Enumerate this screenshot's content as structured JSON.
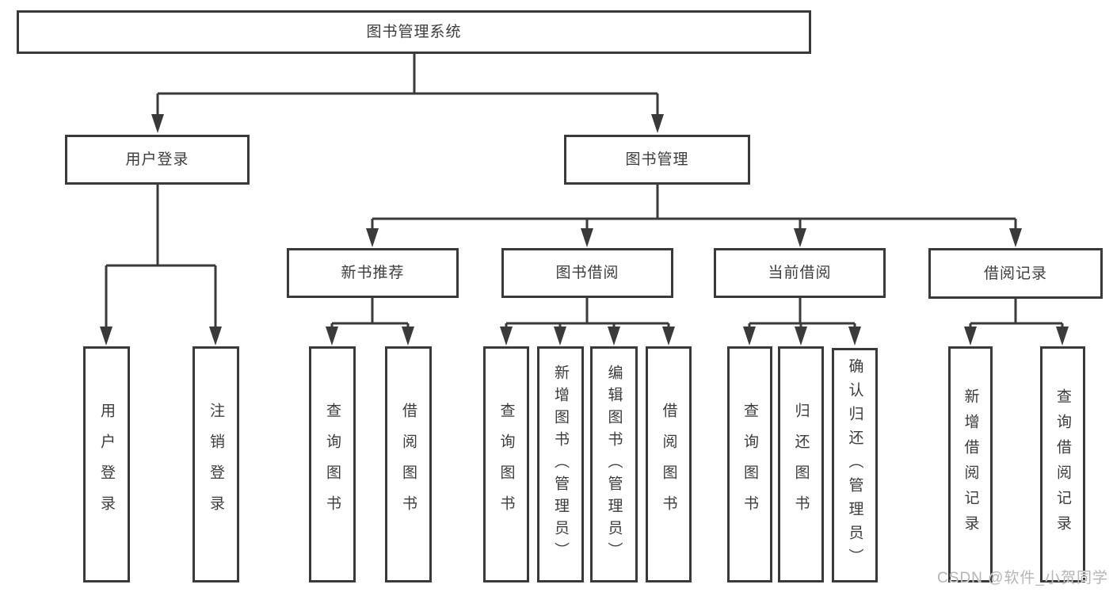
{
  "nodes": {
    "root": "图书管理系统",
    "user_login": "用户登录",
    "book_management": "图书管理",
    "new_book_recommend": "新书推荐",
    "book_borrowing": "图书借阅",
    "current_borrowing": "当前借阅",
    "borrowing_records": "借阅记录"
  },
  "leaves": {
    "login": "用户登录",
    "logout": "注销登录",
    "nbr_query_books": "查询图书",
    "nbr_borrow_books": "借阅图书",
    "bb_query_books": "查询图书",
    "bb_add_books_admin": "新增图书（管理员）",
    "bb_edit_books_admin": "编辑图书（管理员）",
    "bb_borrow_books": "借阅图书",
    "cb_query_books": "查询图书",
    "cb_return_books": "归还图书",
    "cb_confirm_return_admin": "确认归还（管理员）",
    "br_add_record": "新增借阅记录",
    "br_query_record": "查询借阅记录"
  },
  "hierarchy": {
    "图书管理系统": {
      "用户登录": [
        "用户登录",
        "注销登录"
      ],
      "图书管理": {
        "新书推荐": [
          "查询图书",
          "借阅图书"
        ],
        "图书借阅": [
          "查询图书",
          "新增图书（管理员）",
          "编辑图书（管理员）",
          "借阅图书"
        ],
        "当前借阅": [
          "查询图书",
          "归还图书",
          "确认归还（管理员）"
        ],
        "借阅记录": [
          "新增借阅记录",
          "查询借阅记录"
        ]
      }
    }
  },
  "watermark": "CSDN @软件_小贺同学",
  "colors": {
    "line": "#3a3a3a",
    "text": "#3c3c3c",
    "box_background": "#ffffff",
    "page_background": "#ffffff",
    "watermark": "#b5b5b5"
  }
}
